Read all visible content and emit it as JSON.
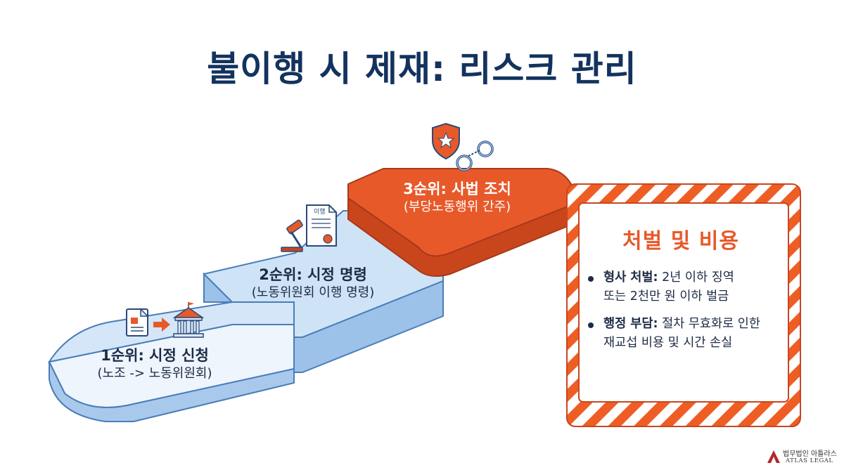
{
  "title": "불이행 시 제재: 리스크 관리",
  "steps": [
    {
      "label": "1순위: 시정 신청",
      "sub": "(노조 -> 노동위원회)"
    },
    {
      "label": "2순위: 시정 명령",
      "sub": "(노동위원회 이행 명령)"
    },
    {
      "label": "3순위: 사법 조치",
      "sub": "(부당노동행위 간주)"
    }
  ],
  "document_icon_label": "이행",
  "panel": {
    "title": "처벌 및 비용",
    "items": [
      {
        "head": "형사 처벌:",
        "line1": " 2년 이하 징역",
        "line2": "또는 2천만 원 이하 벌금"
      },
      {
        "head": "행정 부담:",
        "line1": " 절차 무효화로 인한",
        "line2": "재교섭 비용 및 시간 손실"
      }
    ]
  },
  "logo": {
    "kr": "법무법인 아틀라스",
    "en": "ATLAS LEGAL"
  },
  "colors": {
    "title": "#13335e",
    "step1": "#dcebfa",
    "step2": "#bfd9f4",
    "step3": "#e8592a",
    "accent": "#e8592a"
  }
}
